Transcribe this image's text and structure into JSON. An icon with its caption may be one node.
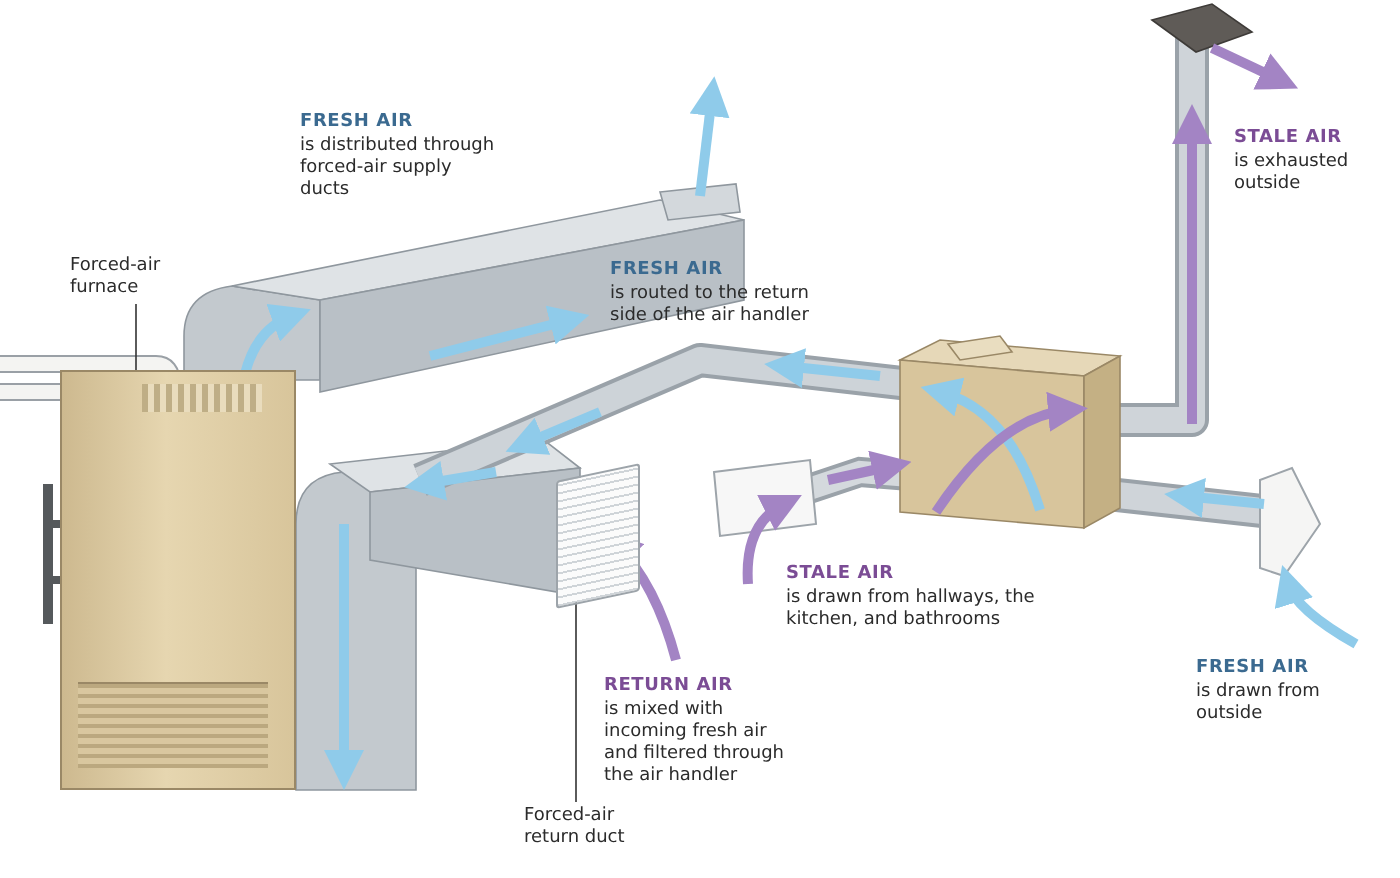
{
  "diagram": {
    "nodes": [
      {
        "text": [
          "Forced-air furnace"
        ]
      },
      {
        "text": [],
        "shape": "box"
      },
      {
        "text": [
          "Forced-air return duct"
        ]
      },
      {
        "text": [],
        "shape": "box"
      }
    ],
    "edges": [
      {
        "from": 0,
        "to": 1,
        "arrow": "none"
      },
      {
        "from": 2,
        "to": 3,
        "arrow": "none"
      }
    ],
    "labels": [
      "FRESH AIR",
      "is distributed through forced-air supply ducts",
      "FRESH AIR",
      "is routed to the return side of the air handler",
      "STALE AIR",
      "is exhausted outside",
      "STALE AIR",
      "is drawn from hallways, the kitchen, and bathrooms",
      "RETURN AIR",
      "is mixed with incoming fresh air and filtered through the air handler",
      "FRESH AIR",
      "is drawn from outside"
    ]
  }
}
